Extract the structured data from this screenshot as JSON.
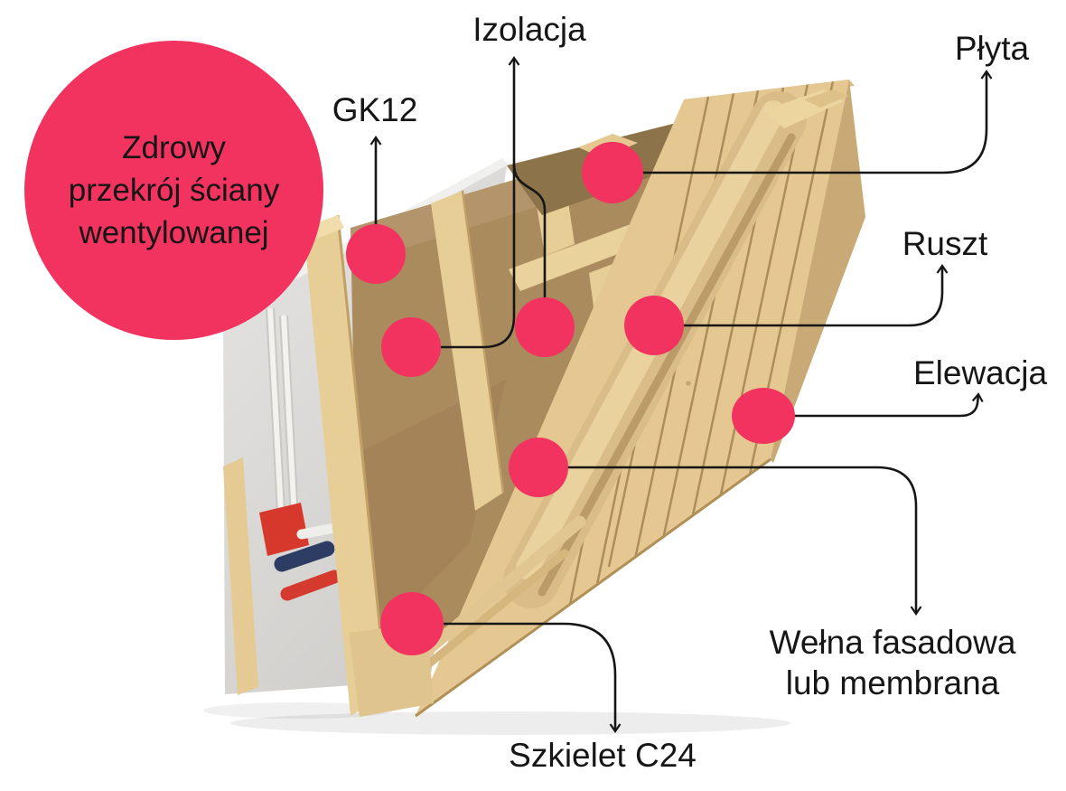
{
  "title_bubble": {
    "lines": [
      "Zdrowy",
      "przekrój ściany",
      "wentylowanej"
    ]
  },
  "labels": {
    "izolacja": "Izolacja",
    "gk12": "GK12",
    "plyta": "Płyta",
    "ruszt": "Ruszt",
    "elewacja": "Elewacja",
    "welna_line1": "Wełna fasadowa",
    "welna_line2": "lub membrana",
    "szkielet": "Szkielet C24"
  },
  "markers": {
    "count": 8,
    "items": [
      "gk12",
      "izolacja-left",
      "izolacja-right",
      "plyta",
      "ruszt",
      "elewacja",
      "welna",
      "szkielet"
    ]
  },
  "colors": {
    "accent_pink": "#f3335f",
    "line": "#161616",
    "wood_light": "#e7ce97",
    "insulation_brown": "#aa8b5e",
    "gypsum_grey": "#d8d7d5"
  }
}
